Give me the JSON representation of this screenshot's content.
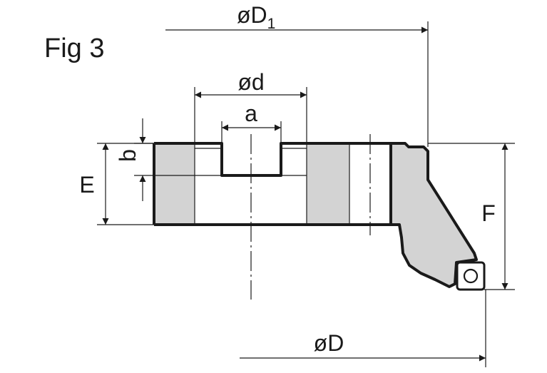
{
  "figure": {
    "title": "Fig 3",
    "colors": {
      "ink": "#1a1a1a",
      "shade": "#d3d3d3",
      "paper": "#ffffff"
    }
  },
  "dimensions": {
    "D1": {
      "prefix": "ø",
      "letter": "D",
      "subscript": "1"
    },
    "d": "ød",
    "a": "a",
    "b": "b",
    "E": "E",
    "F": "F",
    "D": "øD"
  }
}
